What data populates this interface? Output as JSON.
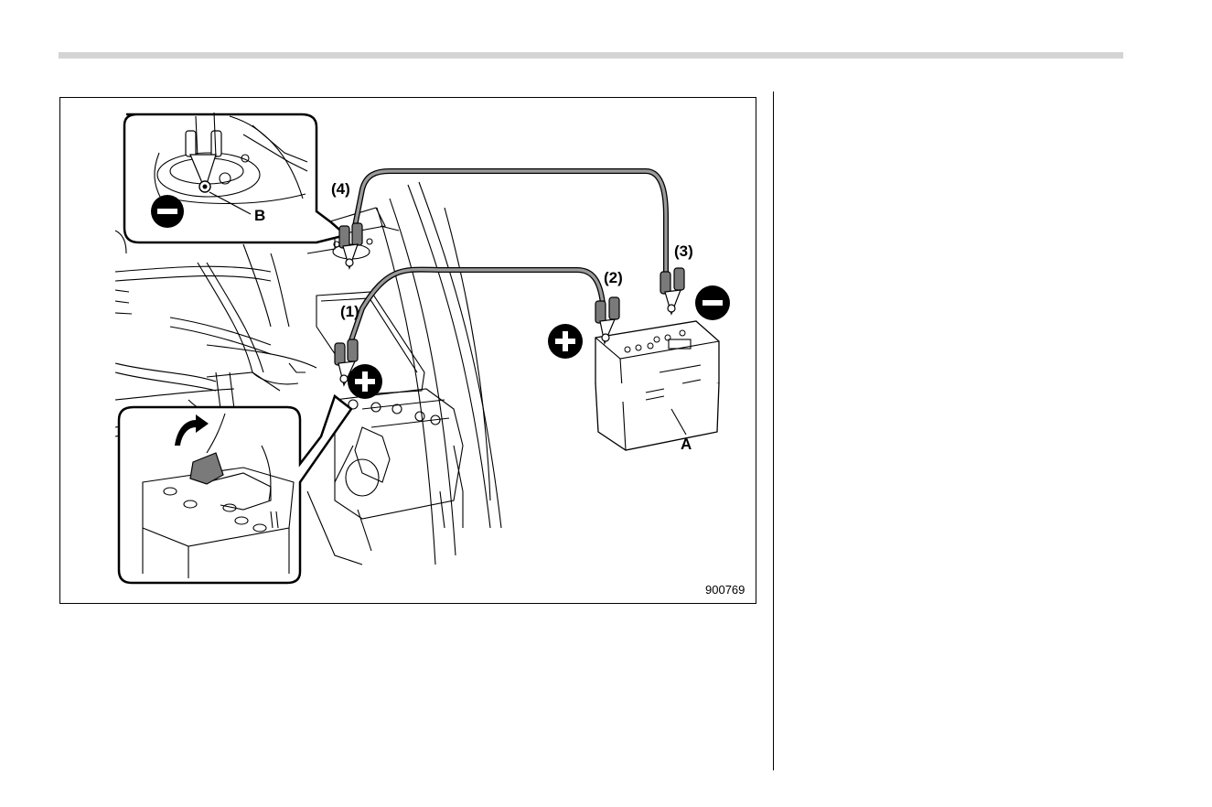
{
  "figure": {
    "callouts": {
      "step1": "(1)",
      "step2": "(2)",
      "step3": "(3)",
      "step4": "(4)",
      "booster_battery": "A",
      "ground_point": "B"
    },
    "figure_number": "900769",
    "symbols": {
      "positive": "+",
      "negative": "−"
    }
  },
  "colors": {
    "header_rule": "#d4d4d4",
    "cable": "#9a9a9a",
    "clamp": "#7a7a7a",
    "line": "#000000"
  }
}
